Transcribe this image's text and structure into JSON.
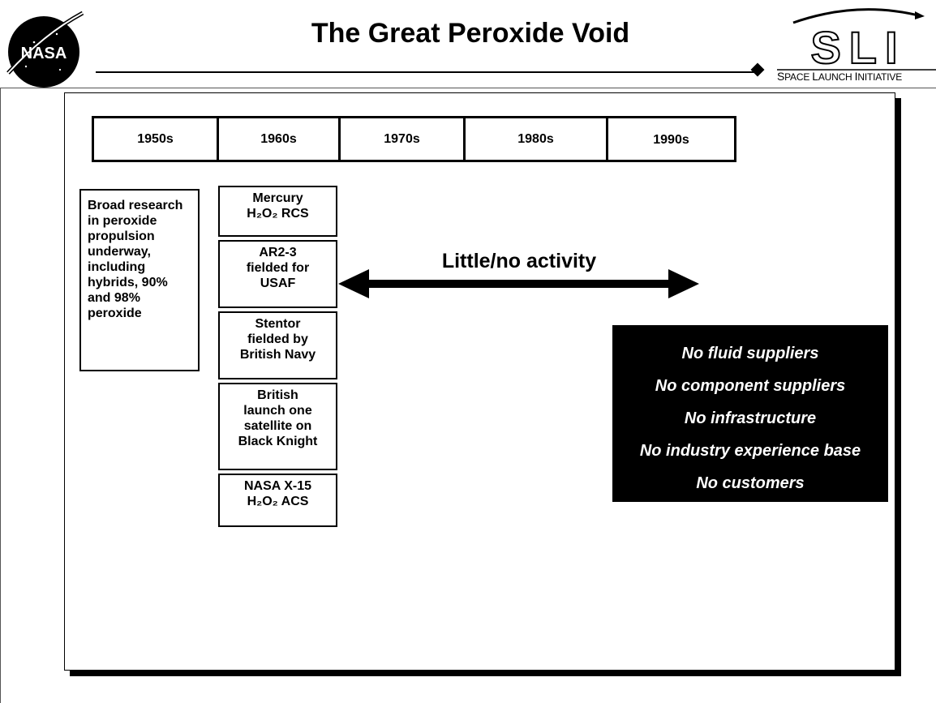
{
  "header": {
    "title": "The Great Peroxide Void",
    "nasa_logo_text": "NASA",
    "sli_logo_text": "SLI",
    "sli_tagline_first": "S",
    "sli_tagline_rest": "PACE ",
    "sli_tagline_l": "L",
    "sli_tagline_aunch": "AUNCH ",
    "sli_tagline_i": "I",
    "sli_tagline_nitiative": "NITIATIVE"
  },
  "timeline": {
    "decades": [
      "1950s",
      "1960s",
      "1970s",
      "1980s",
      "1990s"
    ]
  },
  "left_box": {
    "text": "Broad research in peroxide propulsion underway, including hybrids, 90% and 98% peroxide"
  },
  "stack": [
    {
      "line1": "Mercury",
      "line2": "H₂O₂ RCS"
    },
    {
      "line1": "AR2-3",
      "line2": "fielded for",
      "line3": "USAF"
    },
    {
      "line1": "Stentor",
      "line2": "fielded by",
      "line3": "British Navy"
    },
    {
      "line1": "British",
      "line2": "launch one",
      "line3": "satellite on",
      "line4": "Black Knight"
    },
    {
      "line1": "NASA X-15",
      "line2": "H₂O₂ ACS"
    }
  ],
  "arrow_label": "Little/no activity",
  "void_items": [
    "No fluid suppliers",
    "No component suppliers",
    "No infrastructure",
    "No industry experience base",
    "No customers"
  ],
  "colors": {
    "ink": "#000000",
    "paper": "#ffffff"
  }
}
